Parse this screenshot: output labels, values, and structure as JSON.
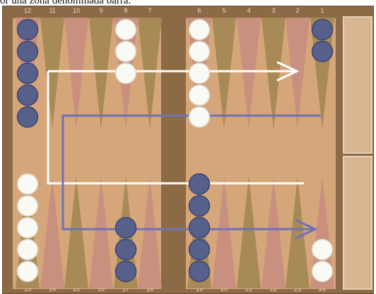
{
  "caption": "or una zona denominada barra.",
  "board": {
    "colors": {
      "frame": "#8c6a45",
      "field": "#d5a679",
      "point_pink": "#c98f7f",
      "point_olive": "#a78a55",
      "checker_white": "#fafaf5",
      "checker_blue": "#56608b",
      "route_white": "#ffffff",
      "route_blue": "#6f72b6"
    },
    "top_labels": [
      "12",
      "11",
      "10",
      "9",
      "8",
      "7",
      "6",
      "5",
      "4",
      "3",
      "2",
      "1"
    ],
    "bottom_labels": [
      "13",
      "14",
      "15",
      "16",
      "17",
      "18",
      "19",
      "20",
      "21",
      "22",
      "23",
      "24"
    ],
    "stacks": [
      {
        "point": "12",
        "color": "blue",
        "count": 5
      },
      {
        "point": "8",
        "color": "white",
        "count": 3
      },
      {
        "point": "6",
        "color": "white",
        "count": 5
      },
      {
        "point": "1",
        "color": "blue",
        "count": 2
      },
      {
        "point": "13",
        "color": "white",
        "count": 5
      },
      {
        "point": "17",
        "color": "blue",
        "count": 3
      },
      {
        "point": "19",
        "color": "blue",
        "count": 5
      },
      {
        "point": "24",
        "color": "white",
        "count": 2
      }
    ]
  }
}
